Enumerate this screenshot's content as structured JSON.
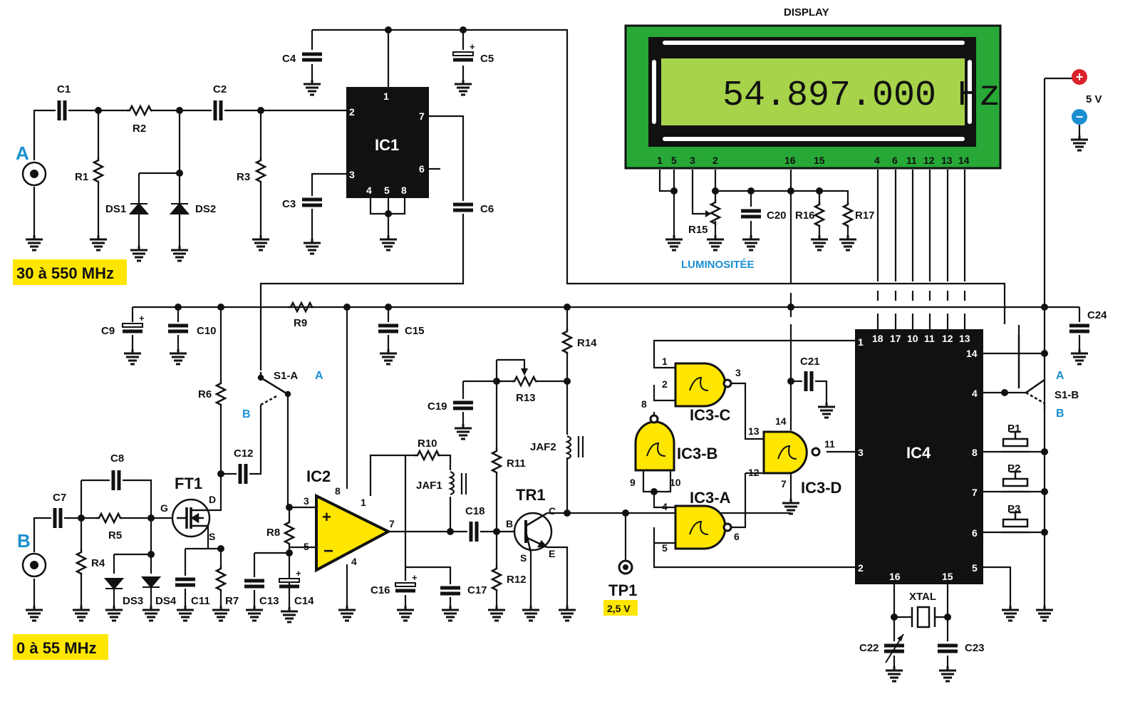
{
  "display": {
    "title": "DISPLAY",
    "reading": "54.897.000 Hz",
    "pins": [
      "1",
      "5",
      "3",
      "2",
      "16",
      "15",
      "4",
      "6",
      "11",
      "12",
      "13",
      "14"
    ]
  },
  "inputs": {
    "a": {
      "label": "A",
      "range": "30 à 550 MHz"
    },
    "b": {
      "label": "B",
      "range": "0 à 55 MHz"
    }
  },
  "power": {
    "voltage": "5 V"
  },
  "luminosity_label": "LUMINOSITÉE",
  "testpoint": {
    "label": "TP1",
    "value": "2,5 V"
  },
  "switch": {
    "s1a": "S1-A",
    "s1b": "S1-B",
    "pos_a": "A",
    "pos_b": "B"
  },
  "ics": {
    "ic1": {
      "name": "IC1",
      "pins": [
        "1",
        "2",
        "3",
        "7",
        "6",
        "4",
        "5",
        "8"
      ]
    },
    "ic2": {
      "name": "IC2",
      "pins": [
        "3",
        "8",
        "1",
        "5",
        "7",
        "4"
      ]
    },
    "ic4": {
      "name": "IC4",
      "pins_top": [
        "18",
        "17",
        "10",
        "11",
        "12",
        "13"
      ],
      "pins_left": [
        "1",
        "3",
        "2"
      ],
      "pins_right": [
        "14",
        "4",
        "8",
        "7",
        "6",
        "5"
      ],
      "pins_bottom": [
        "16",
        "15"
      ]
    },
    "gates": [
      "IC3-C",
      "IC3-B",
      "IC3-A",
      "IC3-D"
    ]
  },
  "transistors": {
    "ft1": "FT1",
    "tr1": "TR1"
  },
  "components": {
    "capacitors": [
      "C1",
      "C2",
      "C3",
      "C4",
      "C5",
      "C6",
      "C7",
      "C8",
      "C9",
      "C10",
      "C11",
      "C12",
      "C13",
      "C14",
      "C15",
      "C16",
      "C17",
      "C18",
      "C19",
      "C20",
      "C21",
      "C22",
      "C23",
      "C24"
    ],
    "resistors": [
      "R1",
      "R2",
      "R3",
      "R4",
      "R5",
      "R6",
      "R7",
      "R8",
      "R9",
      "R10",
      "R11",
      "R12",
      "R13",
      "R14",
      "R15",
      "R16",
      "R17"
    ],
    "diodes": [
      "DS1",
      "DS2",
      "DS3",
      "DS4"
    ],
    "inductors": [
      "JAF1",
      "JAF2"
    ],
    "buttons": [
      "P1",
      "P2",
      "P3"
    ],
    "crystal": "XTAL"
  },
  "colors": {
    "lcd_frame": "#27a837",
    "lcd_screen": "#a6d34a",
    "highlight": "#ffe600",
    "ic_body": "#111111",
    "accent_blue": "#1a8fd0"
  }
}
